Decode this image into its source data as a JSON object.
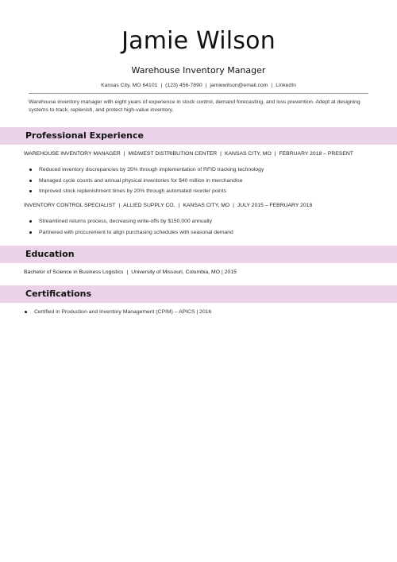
{
  "header": {
    "name": "Jamie Wilson",
    "title": "Warehouse Inventory Manager",
    "contact": {
      "location": "Kansas City, MO 64101",
      "phone": "(123) 456-7890",
      "email": "jamiewilson@email.com",
      "link": "LinkedIn"
    }
  },
  "summary": "Warehouse inventory manager with eight years of experience in stock control, demand forecasting, and loss prevention. Adept at designing systems to track, replenish, and protect high-value inventory.",
  "experience": {
    "heading": "Professional Experience",
    "jobs": [
      {
        "title": "WAREHOUSE INVENTORY MANAGER",
        "company": "MIDWEST DISTRIBUTION CENTER",
        "location": "KANSAS CITY, MO",
        "dates": "FEBRUARY 2018 – PRESENT",
        "bullets": [
          "Reduced inventory discrepancies by 35% through implementation of RFID tracking technology",
          "Managed cycle counts and annual physical inventories for $40 million in merchandise",
          "Improved stock replenishment times by 20% through automated reorder points"
        ]
      },
      {
        "title": "INVENTORY CONTROL SPECIALIST",
        "company": "ALLIED SUPPLY CO.",
        "location": "KANSAS CITY, MO",
        "dates": "JULY 2015 – FEBRUARY 2018",
        "bullets": [
          "Streamlined returns process, decreasing write-offs by $150,000 annually",
          "Partnered with procurement to align purchasing schedules with seasonal demand"
        ]
      }
    ]
  },
  "education": {
    "heading": "Education",
    "degree": "Bachelor of Science in Business Logistics",
    "school": "University of Missouri, Columbia, MO",
    "year": "2015"
  },
  "certifications": {
    "heading": "Certifications",
    "items": [
      "Certified in Production and Inventory Management (CPIM) – APICS | 2016"
    ]
  },
  "colors": {
    "section_band": "#ead3e8",
    "rule": "#9a9a9a",
    "text": "#222222"
  }
}
